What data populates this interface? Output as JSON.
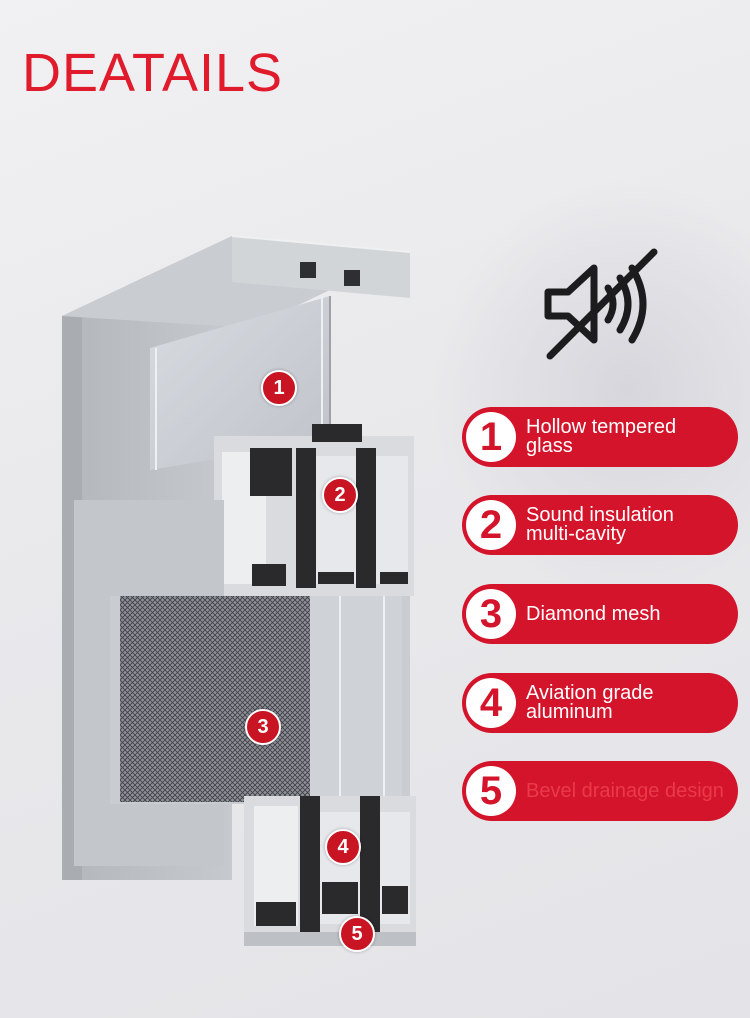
{
  "title": "DEATAILS",
  "markers": [
    "1",
    "2",
    "3",
    "4",
    "5"
  ],
  "features": [
    {
      "number": "1",
      "text": "Hollow tempered glass"
    },
    {
      "number": "2",
      "text": "Sound insulation multi-cavity"
    },
    {
      "number": "3",
      "text": "Diamond mesh"
    },
    {
      "number": "4",
      "text": "Aviation grade aluminum"
    },
    {
      "number": "5",
      "text": "Bevel drainage design"
    }
  ],
  "icons": {
    "mute": "speaker-muted-icon"
  },
  "colors": {
    "accent": "#d4142b",
    "title": "#e01b2c",
    "frame": "#b9bcc1",
    "profile_dark": "#2a2a2c"
  }
}
